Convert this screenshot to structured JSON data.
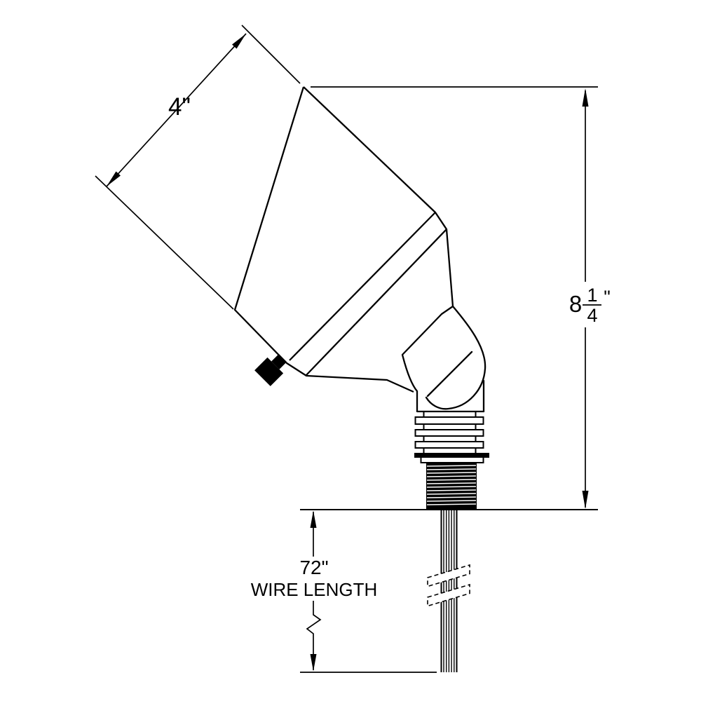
{
  "drawing": {
    "ink": "#000000",
    "background": "#ffffff"
  },
  "dimensions": {
    "face_width": {
      "label": "4\""
    },
    "overall_height": {
      "whole": "8",
      "numerator": "1",
      "denominator": "4",
      "unit": "\""
    },
    "wire_length": {
      "value": "72\"",
      "caption": "WIRE LENGTH"
    }
  }
}
